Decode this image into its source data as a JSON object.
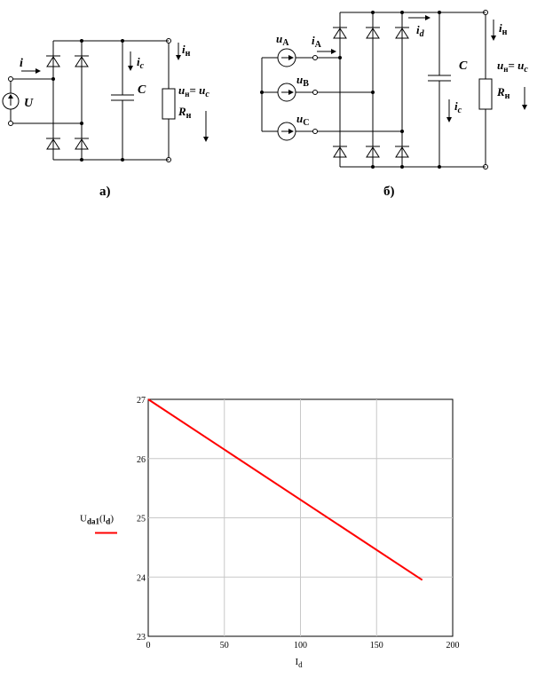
{
  "diagram_a": {
    "caption": "а)",
    "labels": {
      "source": "U",
      "current_in": "i",
      "current_c": "i",
      "current_c_sub": "c",
      "capacitor": "C",
      "current_load": "i",
      "current_load_sub": "н",
      "voltage_load": "u",
      "voltage_load_sub": "н",
      "voltage_eq": "= u",
      "voltage_eq_sub": "c",
      "resistor": "R",
      "resistor_sub": "н"
    }
  },
  "diagram_b": {
    "caption": "б)",
    "labels": {
      "uA": "u",
      "uA_sub": "A",
      "uB": "u",
      "uB_sub": "B",
      "uC": "u",
      "uC_sub": "C",
      "iA": "i",
      "iA_sub": "A",
      "id": "i",
      "id_sub": "d",
      "capacitor": "C",
      "current_c": "i",
      "current_c_sub": "c",
      "current_load": "i",
      "current_load_sub": "н",
      "voltage_load": "u",
      "voltage_load_sub": "н",
      "voltage_eq": "= u",
      "voltage_eq_sub": "c",
      "resistor": "R",
      "resistor_sub": "н"
    }
  },
  "chart_data": {
    "type": "line",
    "series": [
      {
        "name": "Uda1(Id)",
        "x": [
          0,
          180
        ],
        "y": [
          27,
          23.95
        ]
      }
    ],
    "ylabel_main": "U",
    "ylabel_sub": "da1",
    "ylabel_paren_open": "(I",
    "ylabel_arg_sub": "d",
    "ylabel_paren_close": ")",
    "xlabel_main": "I",
    "xlabel_sub": "d",
    "xlim": [
      0,
      200
    ],
    "ylim": [
      23,
      27
    ],
    "xticks": [
      "0",
      "50",
      "100",
      "150",
      "200"
    ],
    "yticks": [
      "23",
      "24",
      "25",
      "26",
      "27"
    ],
    "grid": true,
    "line_color": "#ff0000"
  }
}
